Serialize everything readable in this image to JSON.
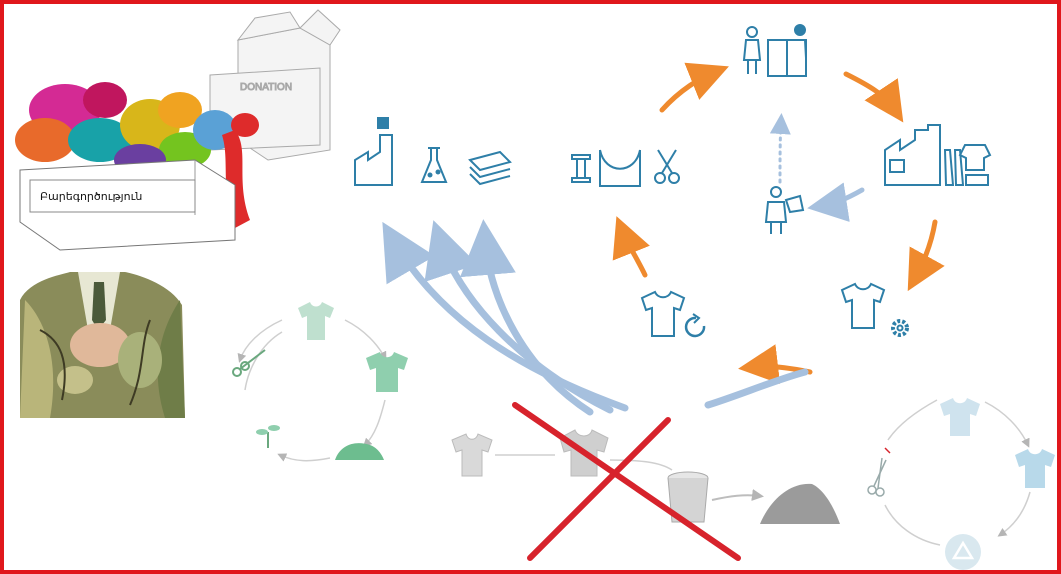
{
  "donation_box": {
    "label": "Բարեգործություն",
    "lid_label": "DONATION"
  },
  "colors": {
    "frame": "#e0171c",
    "cycle_arrow": "#ef8a2e",
    "blue_arrow": "#a6c0de",
    "icon_blue": "#2e7fa8",
    "cross": "#d7232c",
    "tshirt_green": "#9fd1b5",
    "tshirt_light_blue": "#bcd7e6"
  },
  "icons": [
    "donation-box",
    "person-with-tree-suit",
    "factory-icon",
    "flask-icon",
    "fabric-stack-icon",
    "thread-spool-icon",
    "collar-icon",
    "scissors-icon",
    "shop-icon",
    "factory-clothes-icon",
    "shopper-icon",
    "tshirt-gear-icon",
    "tshirt-recycle-icon",
    "landfill-pile",
    "bin",
    "recycle-icon",
    "sprout-icon"
  ]
}
